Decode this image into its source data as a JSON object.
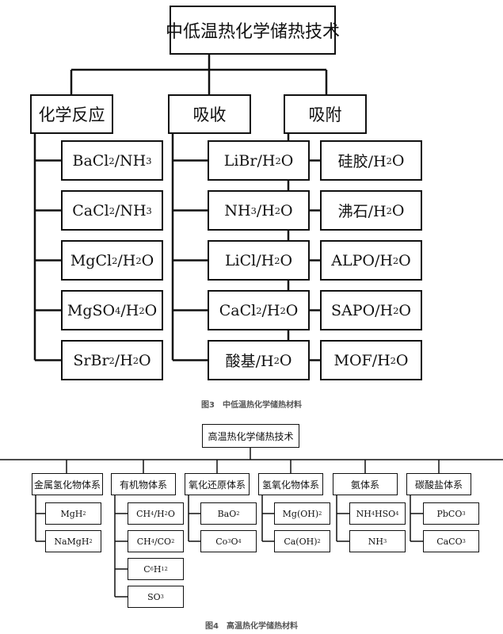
{
  "figure3": {
    "root": "中低温热化学储热技术",
    "caption": "图3　中低温热化学储热材料",
    "categories": [
      {
        "label": "化学反应",
        "items": [
          "BaCl_2/NH_3",
          "CaCl_2/NH_3",
          "MgCl_2/H_2O",
          "MgSO_4/H_2O",
          "SrBr_2/H_2O"
        ]
      },
      {
        "label": "吸收",
        "items": [
          "LiBr/H_2O",
          "NH_3/H_2O",
          "LiCl/H_2O",
          "CaCl_2/H_2O",
          "酸基/H_2O"
        ]
      },
      {
        "label": "吸附",
        "items": [
          "硅胶/H_2O",
          "沸石/H_2O",
          "ALPO/H_2O",
          "SAPO/H_2O",
          "MOF/H_2O"
        ]
      }
    ]
  },
  "figure4": {
    "root": "高温热化学储热技术",
    "caption": "图4　高温热化学储热材料",
    "categories": [
      {
        "label": "金属氢化物体系",
        "items": [
          "MgH_2",
          "NaMgH_2"
        ]
      },
      {
        "label": "有机物体系",
        "items": [
          "CH_4/H_2O",
          "CH_4/CO_2",
          "C_6H_12",
          "SO_3"
        ]
      },
      {
        "label": "氧化还原体系",
        "items": [
          "BaO_2",
          "Co_3O_4"
        ]
      },
      {
        "label": "氢氧化物体系",
        "items": [
          "Mg(OH)_2",
          "Ca(OH)_2"
        ]
      },
      {
        "label": "氨体系",
        "items": [
          "NH_4HSO_4",
          "NH_3"
        ]
      },
      {
        "label": "碳酸盐体系",
        "items": [
          "PbCO_3",
          "CaCO_3"
        ]
      }
    ]
  }
}
